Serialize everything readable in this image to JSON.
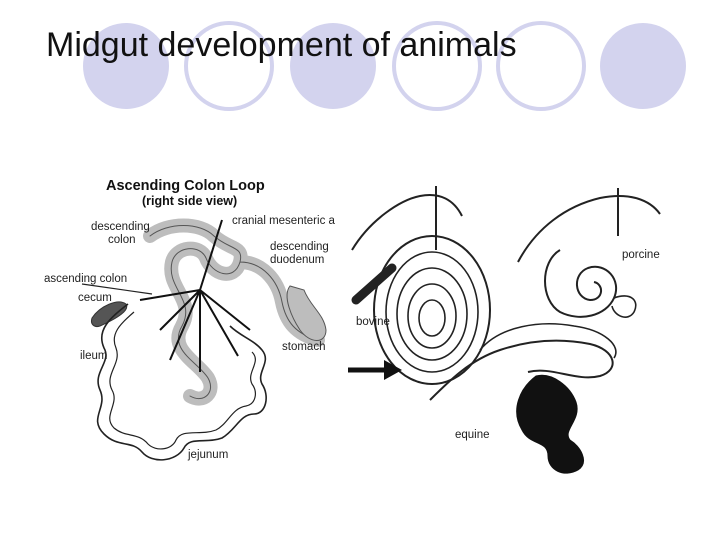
{
  "slide": {
    "title": "Midgut development of animals",
    "accent_color": "#d3d3ee"
  },
  "figure": {
    "left_panel": {
      "title": "Ascending Colon Loop",
      "subtitle": "(right side view)",
      "labels": {
        "descending_colon_1": "descending",
        "descending_colon_2": "colon",
        "cranial_mesenteric": "cranial mesenteric a",
        "descending_duodenum_1": "descending",
        "descending_duodenum_2": "duodenum",
        "ascending_colon": "ascending colon",
        "cecum": "cecum",
        "ileum": "ileum",
        "stomach": "stomach",
        "jejunum": "jejunum"
      }
    },
    "right_panel": {
      "labels": {
        "bovine": "bovine",
        "porcine": "porcine",
        "equine": "equine"
      }
    }
  }
}
